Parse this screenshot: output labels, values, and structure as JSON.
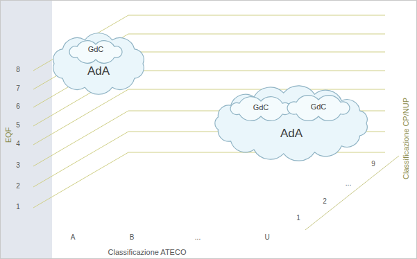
{
  "diagram": {
    "nodes": [
      {
        "text": [
          "AdA"
        ]
      },
      {
        "text": [
          "GdC"
        ],
        "in": 0
      },
      {
        "text": [
          "AdA"
        ]
      },
      {
        "text": [
          "GdC"
        ],
        "in": 2
      },
      {
        "text": [
          "GdC"
        ],
        "in": 2
      }
    ],
    "labels": [
      "EQF",
      "8",
      "7",
      "6",
      "5",
      "4",
      "3",
      "2",
      "1",
      "A",
      "B",
      "...",
      "U",
      "Classificazione ATECO",
      "Classificazione CP/NUP",
      "9",
      "...",
      "2",
      "1"
    ]
  }
}
